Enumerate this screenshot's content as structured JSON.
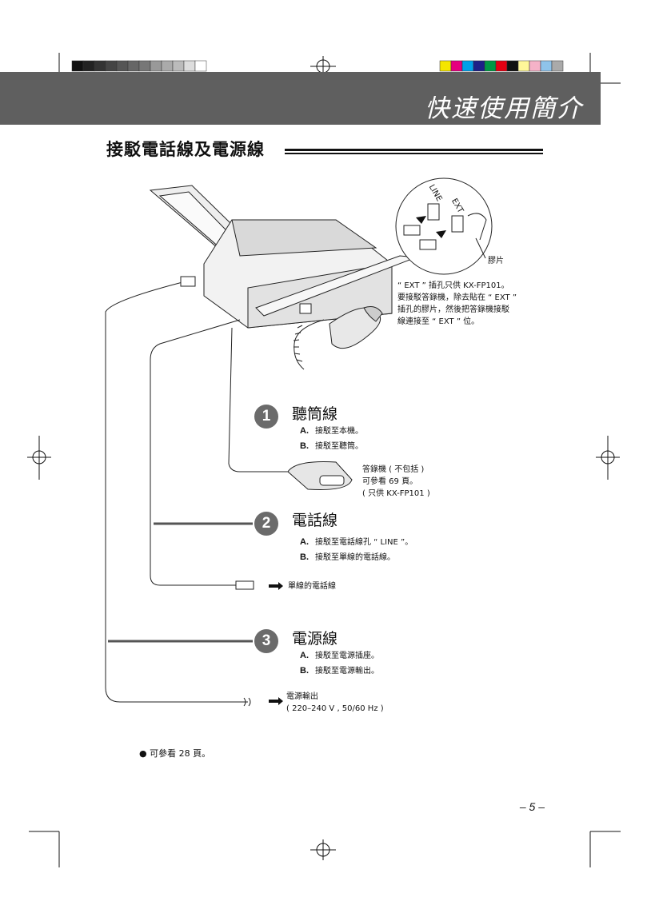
{
  "header": {
    "title": "快速使用簡介"
  },
  "section": {
    "title": "接駁電話線及電源線"
  },
  "callouts": {
    "tape_label": "膠片",
    "ext_note": "“ EXT ” 插孔只供 KX-FP101。\n要接駁答錄機，除去貼在 “ EXT ”\n插孔的膠片，然後把答錄機接駁\n線連接至 “ EXT ” 位。",
    "answering_note": "答錄機 ( 不包括 )\n可參看 69 頁。\n( 只供 KX-FP101 )",
    "single_line": "單線的電話線",
    "outlet_note": "電源輸出\n( 220–240 V , 50/60 Hz )",
    "jack_line": "LINE",
    "jack_ext": "EXT"
  },
  "steps": [
    {
      "num": "1",
      "title": "聽筒線",
      "items": [
        {
          "label": "A.",
          "text": "接駁至本機。"
        },
        {
          "label": "B.",
          "text": "接駁至聽筒。"
        }
      ]
    },
    {
      "num": "2",
      "title": "電話線",
      "items": [
        {
          "label": "A.",
          "text": "接駁至電話線孔 “ LINE ”。"
        },
        {
          "label": "B.",
          "text": "接駁至單線的電話線。"
        }
      ]
    },
    {
      "num": "3",
      "title": "電源線",
      "items": [
        {
          "label": "A.",
          "text": "接駁至電源插座。"
        },
        {
          "label": "B.",
          "text": "接駁至電源輸出。"
        }
      ]
    }
  ],
  "footer": {
    "bullet": "可參看 28 頁。",
    "page": "– 5 –"
  },
  "colors": {
    "banner": "#5f5f5f",
    "step_circle": "#6b6b6b"
  }
}
